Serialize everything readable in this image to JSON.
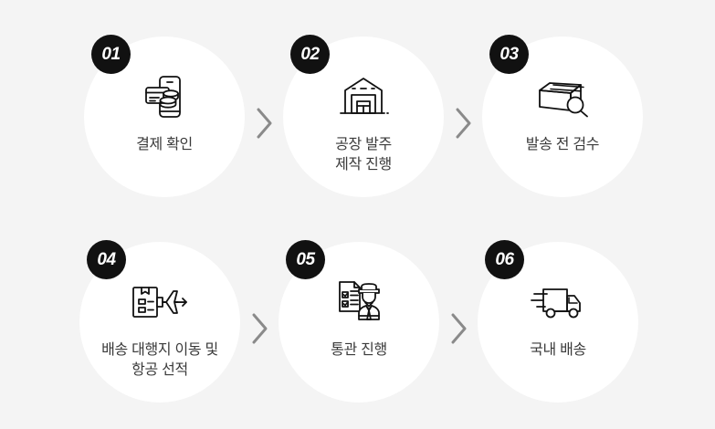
{
  "page": {
    "background_color": "#f4f4f4",
    "circle_color": "#ffffff",
    "badge_color": "#111111",
    "badge_text_color": "#ffffff",
    "label_color": "#3a3a3a",
    "chevron_color": "#8a8a8a",
    "icon_color": "#111111"
  },
  "flow": {
    "rows": [
      {
        "steps": [
          {
            "number": "01",
            "label": "결제 확인",
            "icon": "mobile-payment-card-coins-icon"
          },
          {
            "number": "02",
            "label": "공장 발주\n제작 진행",
            "icon": "factory-warehouse-icon"
          },
          {
            "number": "03",
            "label": "발송 전 검수",
            "icon": "box-magnifier-inspection-icon"
          }
        ],
        "separators": [
          "chevron-right-icon",
          "chevron-right-icon"
        ]
      },
      {
        "steps": [
          {
            "number": "04",
            "label": "배송 대행지 이동 및\n항공 선적",
            "icon": "box-airplane-shipping-icon"
          },
          {
            "number": "05",
            "label": "통관 진행",
            "icon": "customs-officer-document-icon"
          },
          {
            "number": "06",
            "label": "국내 배송",
            "icon": "delivery-truck-icon"
          }
        ],
        "separators": [
          "chevron-right-icon",
          "chevron-right-icon"
        ]
      }
    ]
  }
}
